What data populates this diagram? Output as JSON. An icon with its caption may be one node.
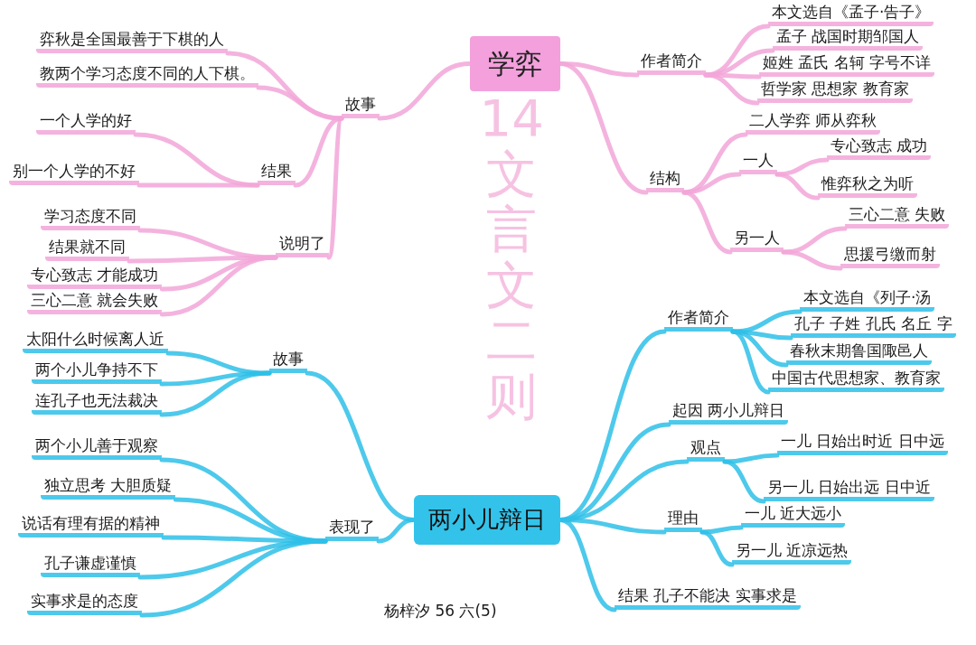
{
  "diagram": {
    "title": "14文言文二则",
    "nodes": [
      {
        "text": [
          "学弈"
        ]
      },
      {
        "text": [
          "故事"
        ]
      },
      {
        "text": [
          "弈秋是全国最善于下棋的人"
        ]
      },
      {
        "text": [
          "教两个学习态度不同的人下棋。"
        ]
      },
      {
        "text": [
          "一个人学的好"
        ]
      },
      {
        "text": [
          "结果"
        ]
      },
      {
        "text": [
          "别一个人学的不好"
        ]
      },
      {
        "text": [
          "说明了"
        ]
      },
      {
        "text": [
          "学习态度不同"
        ]
      },
      {
        "text": [
          "结果就不同"
        ]
      },
      {
        "text": [
          "专心致志 才能成功"
        ]
      },
      {
        "text": [
          "三心二意 就会失败"
        ]
      },
      {
        "text": [
          "作者简介"
        ]
      },
      {
        "text": [
          "本文选自《孟子·告子》"
        ]
      },
      {
        "text": [
          "孟子 战国时期邹国人"
        ]
      },
      {
        "text": [
          "姬姓 孟氏 名轲 字号不详"
        ]
      },
      {
        "text": [
          "哲学家 思想家 教育家"
        ]
      },
      {
        "text": [
          "结构"
        ]
      },
      {
        "text": [
          "二人学弈 师从弈秋"
        ]
      },
      {
        "text": [
          "一人"
        ]
      },
      {
        "text": [
          "专心致志 成功"
        ]
      },
      {
        "text": [
          "惟弈秋之为听"
        ]
      },
      {
        "text": [
          "另一人"
        ]
      },
      {
        "text": [
          "三心二意 失败"
        ]
      },
      {
        "text": [
          "思援弓缴而射"
        ]
      },
      {
        "text": [
          "两小儿辩日"
        ]
      },
      {
        "text": [
          "故事"
        ]
      },
      {
        "text": [
          "太阳什么时候离人近"
        ]
      },
      {
        "text": [
          "两个小儿争持不下"
        ]
      },
      {
        "text": [
          "连孔子也无法裁决"
        ]
      },
      {
        "text": [
          "表现了"
        ]
      },
      {
        "text": [
          "两个小儿善于观察"
        ]
      },
      {
        "text": [
          "独立思考 大胆质疑"
        ]
      },
      {
        "text": [
          "说话有理有据的精神"
        ]
      },
      {
        "text": [
          "孔子谦虚谨慎"
        ]
      },
      {
        "text": [
          "实事求是的态度"
        ]
      },
      {
        "text": [
          "作者简介"
        ]
      },
      {
        "text": [
          "本文选自《列子·汤"
        ]
      },
      {
        "text": [
          "孔子 子姓 孔氏 名丘 字"
        ]
      },
      {
        "text": [
          "春秋末期鲁国陬邑人"
        ]
      },
      {
        "text": [
          "中国古代思想家、教育家"
        ]
      },
      {
        "text": [
          "起因 两小儿辩日"
        ]
      },
      {
        "text": [
          "观点"
        ]
      },
      {
        "text": [
          "一儿 日始出时近 日中远"
        ]
      },
      {
        "text": [
          "另一儿 日始出远 日中近"
        ]
      },
      {
        "text": [
          "理由"
        ]
      },
      {
        "text": [
          "一儿 近大远小"
        ]
      },
      {
        "text": [
          "另一儿 近凉远热"
        ]
      },
      {
        "text": [
          "结果 孔子不能决 实事求是"
        ]
      }
    ],
    "edges": [
      {
        "from": 0,
        "to": 1,
        "arrow": "none"
      },
      {
        "from": 1,
        "to": 2,
        "arrow": "none"
      },
      {
        "from": 1,
        "to": 3,
        "arrow": "none"
      },
      {
        "from": 1,
        "to": 5,
        "arrow": "none"
      },
      {
        "from": 5,
        "to": 4,
        "arrow": "none"
      },
      {
        "from": 5,
        "to": 6,
        "arrow": "none"
      },
      {
        "from": 1,
        "to": 7,
        "arrow": "none"
      },
      {
        "from": 7,
        "to": 8,
        "arrow": "none"
      },
      {
        "from": 7,
        "to": 9,
        "arrow": "none"
      },
      {
        "from": 7,
        "to": 10,
        "arrow": "none"
      },
      {
        "from": 7,
        "to": 11,
        "arrow": "none"
      },
      {
        "from": 0,
        "to": 12,
        "arrow": "none"
      },
      {
        "from": 12,
        "to": 13,
        "arrow": "none"
      },
      {
        "from": 12,
        "to": 14,
        "arrow": "none"
      },
      {
        "from": 12,
        "to": 15,
        "arrow": "none"
      },
      {
        "from": 12,
        "to": 16,
        "arrow": "none"
      },
      {
        "from": 0,
        "to": 17,
        "arrow": "none"
      },
      {
        "from": 17,
        "to": 18,
        "arrow": "none"
      },
      {
        "from": 17,
        "to": 19,
        "arrow": "none"
      },
      {
        "from": 19,
        "to": 20,
        "arrow": "none"
      },
      {
        "from": 19,
        "to": 21,
        "arrow": "none"
      },
      {
        "from": 17,
        "to": 22,
        "arrow": "none"
      },
      {
        "from": 22,
        "to": 23,
        "arrow": "none"
      },
      {
        "from": 22,
        "to": 24,
        "arrow": "none"
      },
      {
        "from": 25,
        "to": 26,
        "arrow": "none",
        "color": "#2ec0e8"
      },
      {
        "from": 26,
        "to": 27,
        "arrow": "none",
        "color": "#2ec0e8"
      },
      {
        "from": 26,
        "to": 28,
        "arrow": "none",
        "color": "#2ec0e8"
      },
      {
        "from": 26,
        "to": 29,
        "arrow": "none",
        "color": "#2ec0e8"
      },
      {
        "from": 25,
        "to": 30,
        "arrow": "none",
        "color": "#2ec0e8"
      },
      {
        "from": 30,
        "to": 31,
        "arrow": "none",
        "color": "#2ec0e8"
      },
      {
        "from": 30,
        "to": 32,
        "arrow": "none",
        "color": "#2ec0e8"
      },
      {
        "from": 30,
        "to": 33,
        "arrow": "none",
        "color": "#2ec0e8"
      },
      {
        "from": 30,
        "to": 34,
        "arrow": "none",
        "color": "#2ec0e8"
      },
      {
        "from": 30,
        "to": 35,
        "arrow": "none",
        "color": "#2ec0e8"
      },
      {
        "from": 25,
        "to": 36,
        "arrow": "none",
        "color": "#2ec0e8"
      },
      {
        "from": 36,
        "to": 37,
        "arrow": "none",
        "color": "#2ec0e8"
      },
      {
        "from": 36,
        "to": 38,
        "arrow": "none",
        "color": "#2ec0e8"
      },
      {
        "from": 36,
        "to": 39,
        "arrow": "none",
        "color": "#2ec0e8"
      },
      {
        "from": 36,
        "to": 40,
        "arrow": "none",
        "color": "#2ec0e8"
      },
      {
        "from": 25,
        "to": 41,
        "arrow": "none",
        "color": "#2ec0e8"
      },
      {
        "from": 25,
        "to": 42,
        "arrow": "none",
        "color": "#2ec0e8"
      },
      {
        "from": 42,
        "to": 43,
        "arrow": "none",
        "color": "#2ec0e8"
      },
      {
        "from": 42,
        "to": 44,
        "arrow": "none",
        "color": "#2ec0e8"
      },
      {
        "from": 25,
        "to": 45,
        "arrow": "none",
        "color": "#2ec0e8"
      },
      {
        "from": 45,
        "to": 46,
        "arrow": "none",
        "color": "#2ec0e8"
      },
      {
        "from": 45,
        "to": 47,
        "arrow": "none",
        "color": "#2ec0e8"
      },
      {
        "from": 25,
        "to": 48,
        "arrow": "none",
        "color": "#2ec0e8"
      }
    ],
    "labels": [
      "杨梓汐 56 六(5)"
    ]
  }
}
